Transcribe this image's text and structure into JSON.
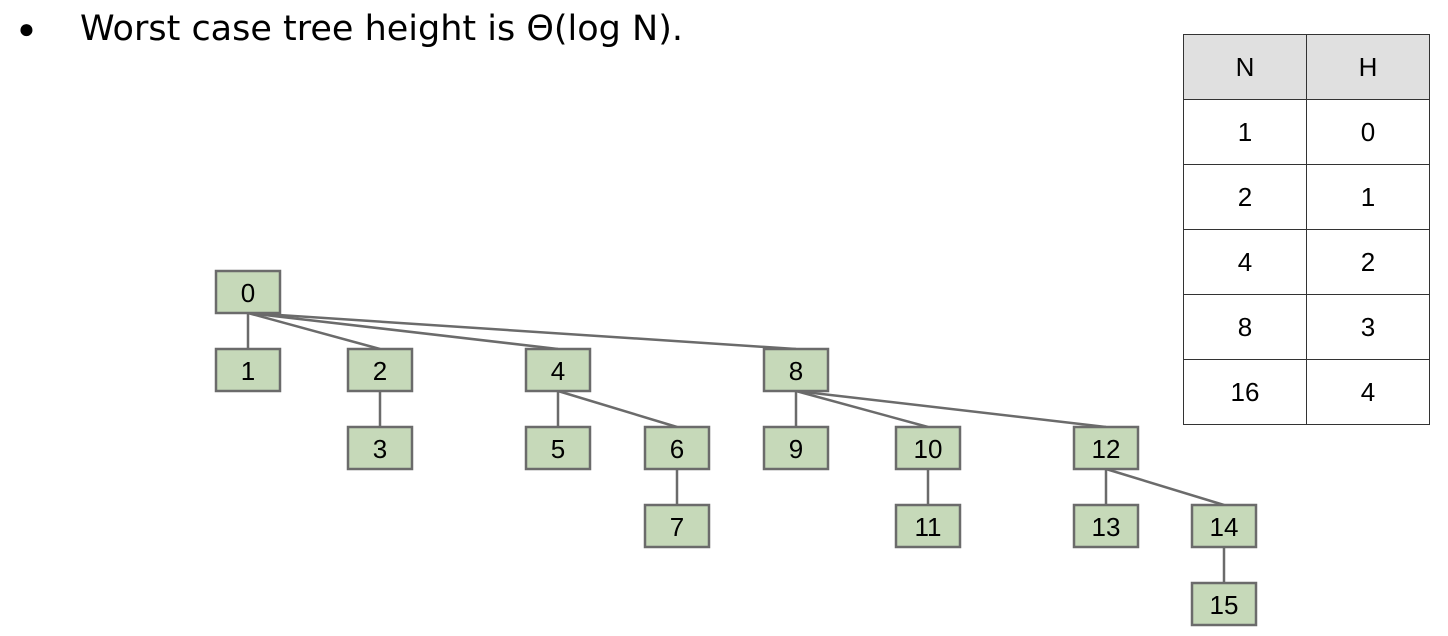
{
  "bullet": {
    "marker": "●",
    "text": "Worst case tree height is Θ(log N)."
  },
  "tree": {
    "nodes": [
      "0",
      "1",
      "2",
      "3",
      "4",
      "5",
      "6",
      "7",
      "8",
      "9",
      "10",
      "11",
      "12",
      "13",
      "14",
      "15"
    ],
    "edges": [
      [
        "0",
        "1"
      ],
      [
        "0",
        "2"
      ],
      [
        "0",
        "4"
      ],
      [
        "0",
        "8"
      ],
      [
        "2",
        "3"
      ],
      [
        "4",
        "5"
      ],
      [
        "4",
        "6"
      ],
      [
        "6",
        "7"
      ],
      [
        "8",
        "9"
      ],
      [
        "8",
        "10"
      ],
      [
        "8",
        "12"
      ],
      [
        "10",
        "11"
      ],
      [
        "12",
        "13"
      ],
      [
        "12",
        "14"
      ],
      [
        "14",
        "15"
      ]
    ],
    "colors": {
      "node_fill": "#c6d9b9",
      "node_stroke": "#6b6b6b",
      "edge": "#6b6b6b"
    }
  },
  "table": {
    "headers": [
      "N",
      "H"
    ],
    "rows": [
      [
        "1",
        "0"
      ],
      [
        "2",
        "1"
      ],
      [
        "4",
        "2"
      ],
      [
        "8",
        "3"
      ],
      [
        "16",
        "4"
      ]
    ]
  }
}
